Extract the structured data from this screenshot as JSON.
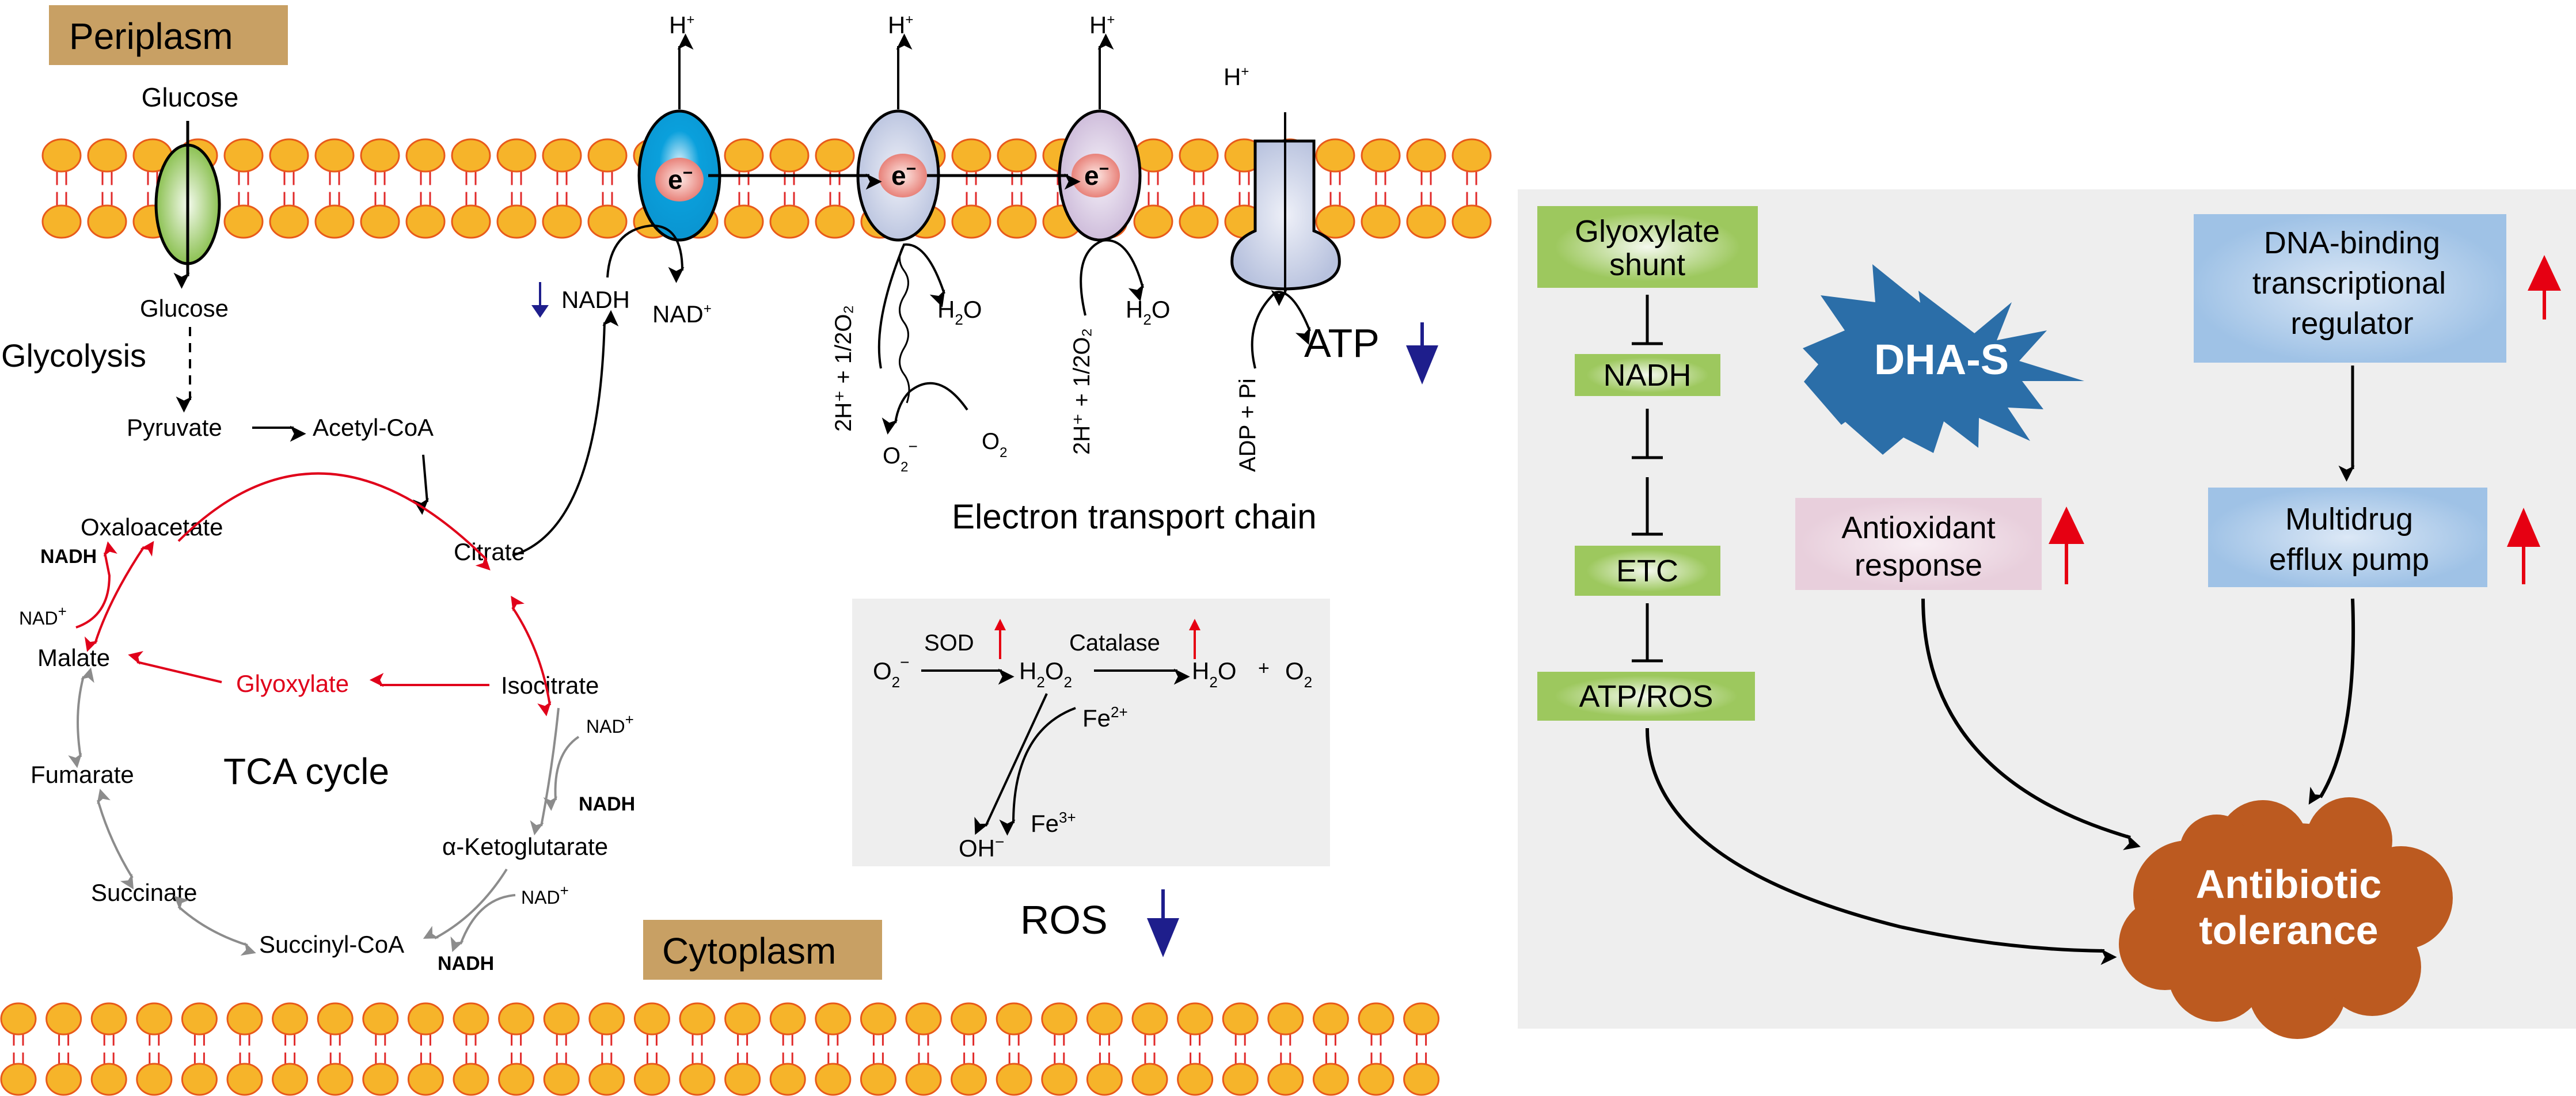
{
  "colors": {
    "label_box": "#c8a064",
    "lipid_head": "#f6b42a",
    "lipid_stroke": "#e85a1a",
    "lipid_tail": "#e02a2a",
    "transporter_green": "#8cc152",
    "complex1_blue": "#0aa0dc",
    "complex2_lavender": "#c5cde4",
    "complex3_lilac": "#d7c8e2",
    "atp_synthase": "#c6cee3",
    "electron": "#e8827a",
    "shunt_red": "#e0001a",
    "tca_gray": "#8c8c8c",
    "down_blue": "#1e1e8c",
    "up_red": "#e60012",
    "panel_gray": "#eeeeee",
    "green_box": "#9dc85e",
    "pink_box": "#e8cfdc",
    "blue_box": "#9fc2e6",
    "starburst": "#2b6ea8",
    "cloud": "#bc5a20"
  },
  "left": {
    "periplasm_label": "Periplasm",
    "cytoplasm_label": "Cytoplasm",
    "glucose_out": "Glucose",
    "glucose_in": "Glucose",
    "glycolysis": "Glycolysis",
    "pyruvate": "Pyruvate",
    "acetyl_coa": "Acetyl-CoA",
    "tca_title": "TCA cycle",
    "metabolites": {
      "oxaloacetate": "Oxaloacetate",
      "citrate": "Citrate",
      "isocitrate": "Isocitrate",
      "glyoxylate": "Glyoxylate",
      "malate": "Malate",
      "fumarate": "Fumarate",
      "succinate": "Succinate",
      "succinyl_coa": "Succinyl-CoA",
      "akg": "α-Ketoglutarate"
    },
    "cofactors": {
      "nadh": "NADH",
      "nad": "NAD",
      "plus": "+"
    }
  },
  "etc": {
    "title": "Electron transport chain",
    "h_plus": "H",
    "plus": "+",
    "electron": "e",
    "minus": "−",
    "nadh": "NADH",
    "nad_plus": "NAD",
    "water_h": "H",
    "water_2": "2",
    "water_o": "O",
    "reactant": "2H⁺ + 1/2O₂",
    "superoxide": "O",
    "oxygen": "O",
    "sub2": "2",
    "adp_pi": "ADP + Pi",
    "atp": "ATP",
    "atp_change": "down"
  },
  "ros_box": {
    "superoxide": "O",
    "sod": "SOD",
    "h2o2_h": "H",
    "h2o2_o": "O",
    "catalase": "Catalase",
    "water_h": "H",
    "water_o": "O",
    "plus_sign": "+",
    "oxygen": "O",
    "sub2": "2",
    "minus": "−",
    "fe2": "Fe",
    "fe2_sup": "2+",
    "fe3": "Fe",
    "fe3_sup": "3+",
    "hydroxide": "OH",
    "sod_change": "up",
    "catalase_change": "up",
    "ros_label": "ROS",
    "ros_change": "down"
  },
  "right_panel": {
    "glyoxylate_shunt": [
      "Glyoxylate",
      "shunt"
    ],
    "nadh": "NADH",
    "etc": "ETC",
    "atp_ros": "ATP/ROS",
    "drug": "DHA-S",
    "antioxidant": [
      "Antioxidant",
      "response"
    ],
    "dna_regulator": [
      "DNA-binding",
      "transcriptional",
      "regulator"
    ],
    "efflux_pump": [
      "Multidrug",
      "efflux pump"
    ],
    "outcome": [
      "Antibiotic",
      "tolerance"
    ],
    "antioxidant_change": "up",
    "dna_regulator_change": "up",
    "efflux_pump_change": "up"
  }
}
